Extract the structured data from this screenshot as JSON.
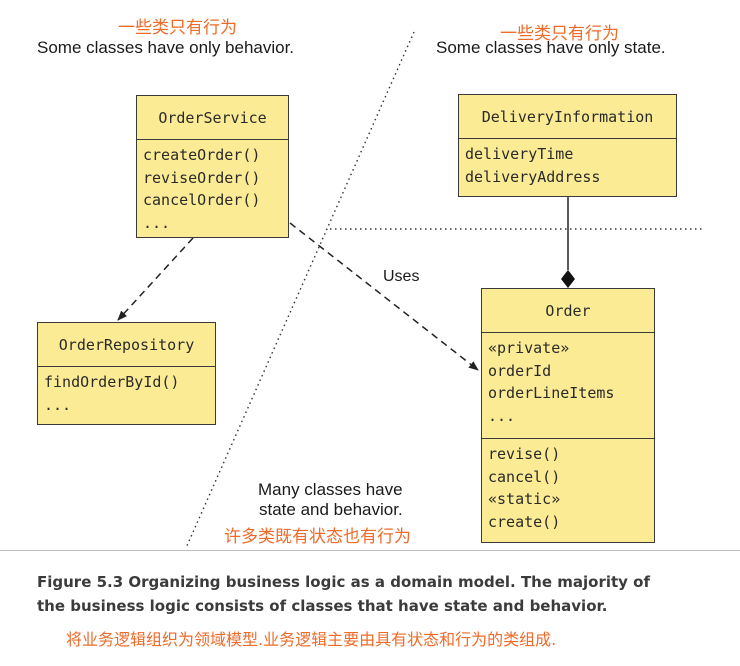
{
  "labels": {
    "behavior_cn": "一些类只有行为",
    "behavior_en": "Some classes have only behavior.",
    "state_cn": "一些类只有行为",
    "state_en": "Some classes have only state.",
    "many_en_1": "Many classes have",
    "many_en_2": "state and behavior.",
    "many_cn": "许多类既有状态也有行为",
    "uses": "Uses"
  },
  "classes": {
    "order_service": {
      "name": "OrderService",
      "operations": [
        "createOrder()",
        "reviseOrder()",
        "cancelOrder()",
        "..."
      ]
    },
    "order_repository": {
      "name": "OrderRepository",
      "operations": [
        "findOrderById()",
        "..."
      ]
    },
    "delivery_information": {
      "name": "DeliveryInformation",
      "attributes": [
        "deliveryTime",
        "deliveryAddress"
      ]
    },
    "order": {
      "name": "Order",
      "attributes": [
        "«private»",
        "orderId",
        "orderLineItems",
        "..."
      ],
      "operations": [
        "revise()",
        "cancel()",
        "«static»",
        "create()"
      ]
    }
  },
  "caption": {
    "line1": "Figure 5.3   Organizing business logic as a domain model. The majority of",
    "line2": "the business logic consists of classes that have state and behavior.",
    "cn": "将业务逻辑组织为领域模型.业务逻辑主要由具有状态和行为的类组成."
  },
  "colors": {
    "class_fill": "#fbeb94",
    "accent_cn": "#ee6b2a"
  }
}
